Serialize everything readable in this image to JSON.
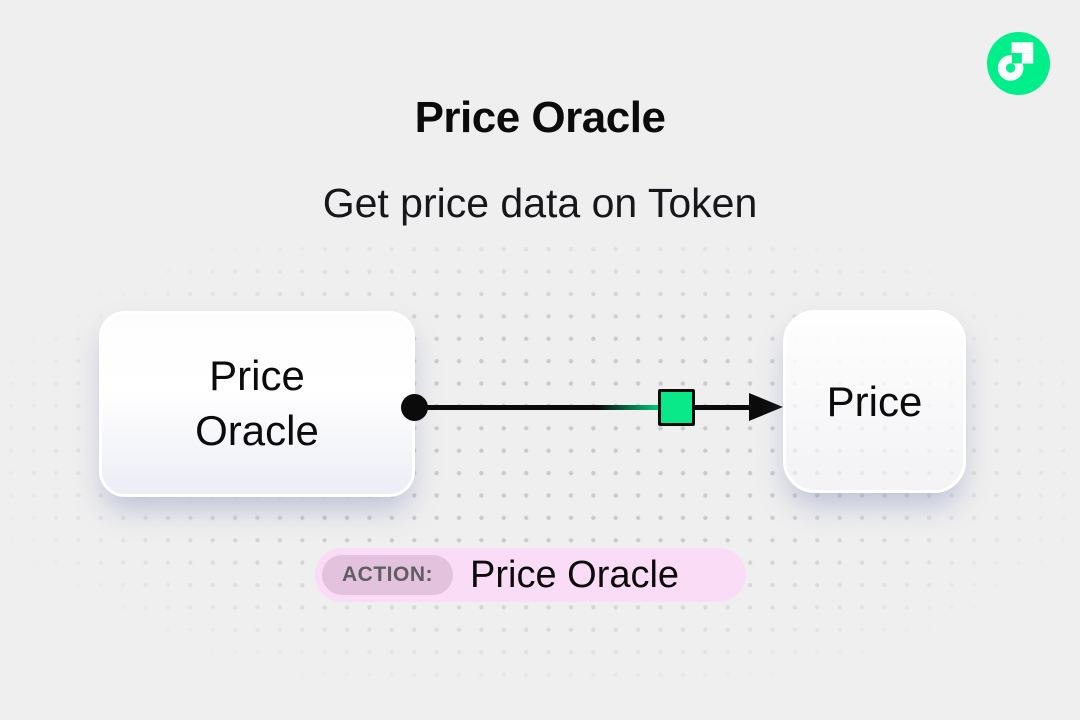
{
  "header": {
    "title": "Price Oracle",
    "subtitle": "Get price data on Token"
  },
  "diagram": {
    "source_node": {
      "label": "Price Oracle"
    },
    "target_node": {
      "label": "Price"
    }
  },
  "action_badge": {
    "label": "ACTION:",
    "value": "Price Oracle"
  },
  "logo": {
    "name": "flow-logo"
  },
  "colors": {
    "background": "#EFEFEF",
    "ink": "#0B0B0B",
    "accent-green": "#00EF8B",
    "square-green": "#09E98A",
    "pill-pink": "#FBDCF7",
    "pill-label-bg": "#E2C2DC",
    "pill-label-text": "#5F5F63",
    "dot": "#C9C9CF",
    "node-shadow": "rgba(125,130,180,0.42)"
  }
}
